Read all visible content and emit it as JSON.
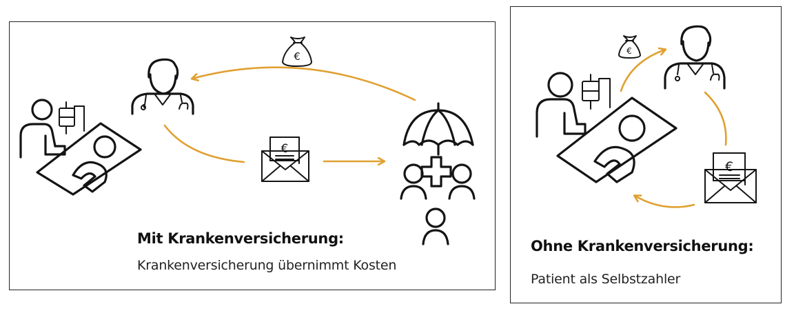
{
  "left": {
    "title": "Mit Krankenversicherung:",
    "subtitle": "Krankenversicherung übernimmt Kosten"
  },
  "right": {
    "title": "Ohne Krankenversicherung:",
    "subtitle": "Patient als Selbstzahler"
  },
  "symbols": {
    "euro": "€"
  },
  "colors": {
    "flow_arrow": "#e0a030",
    "ink": "#141414",
    "border": "#222222"
  }
}
